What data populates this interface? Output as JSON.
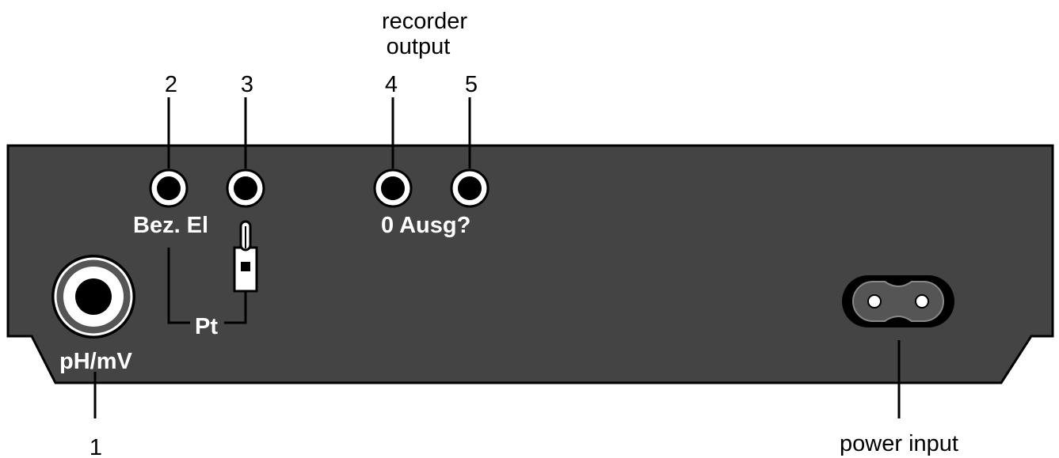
{
  "callouts": {
    "recorder_output_line1": "recorder",
    "recorder_output_line2": "output",
    "n1": "1",
    "n2": "2",
    "n3": "3",
    "n4": "4",
    "n5": "5",
    "power_input": "power input"
  },
  "panel_labels": {
    "ph_mv": "pH/mV",
    "bez_el": "Bez. El",
    "pt": "Pt",
    "ausg": "0 Ausg?"
  },
  "colors": {
    "panel": "#444444",
    "outline": "#000000",
    "socket_ring": "#ffffff",
    "socket_hole": "#000000",
    "label_text": "#ffffff",
    "background": "#ffffff"
  }
}
